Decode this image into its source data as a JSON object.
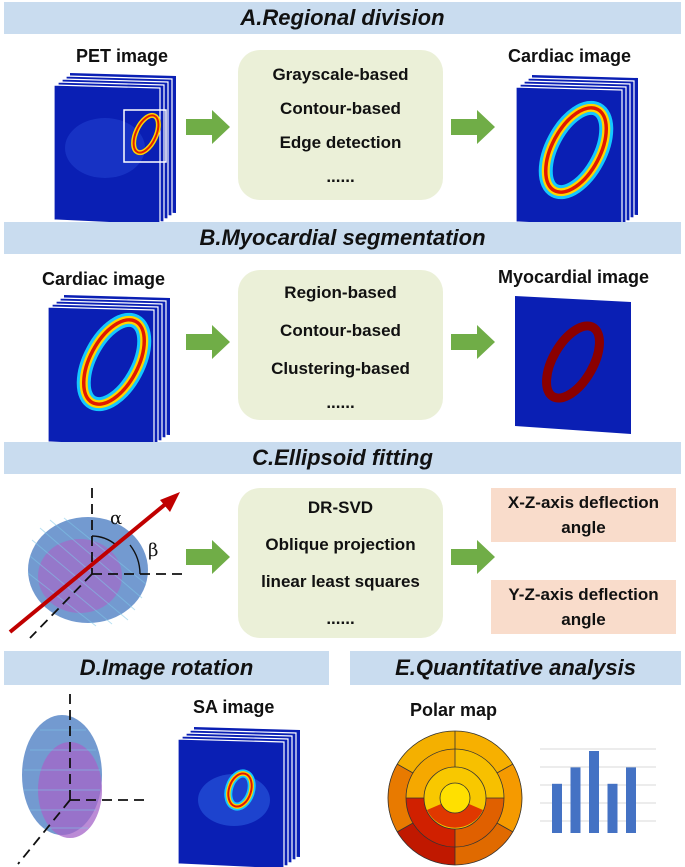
{
  "sections": {
    "a": {
      "title": "A.Regional division",
      "input_label": "PET image",
      "methods": [
        "Grayscale-based",
        "Contour-based",
        "Edge detection",
        "......"
      ],
      "output_label": "Cardiac image"
    },
    "b": {
      "title": "B.Myocardial segmentation",
      "input_label": "Cardiac image",
      "methods": [
        "Region-based",
        "Contour-based",
        "Clustering-based",
        "......"
      ],
      "output_label": "Myocardial image"
    },
    "c": {
      "title": "C.Ellipsoid fitting",
      "angle_alpha": "α",
      "angle_beta": "β",
      "methods": [
        "DR-SVD",
        "Oblique projection",
        "linear least squares",
        "......"
      ],
      "outputs": [
        "X-Z-axis deflection angle",
        "Y-Z-axis deflection angle"
      ]
    },
    "d": {
      "title": "D.Image rotation",
      "output_label": "SA image"
    },
    "e": {
      "title": "E.Quantitative analysis",
      "polar_label": "Polar map",
      "bar_values": [
        3,
        4,
        5,
        3,
        4
      ]
    }
  },
  "colors": {
    "banner": "#c9dcef",
    "method_box": "#ebf0d8",
    "output_box": "#f9dccb",
    "arrow": "#70ad47",
    "bar": "#4472c4",
    "pet_background": "#0a1fb4",
    "myocardium": "#8b0000"
  }
}
